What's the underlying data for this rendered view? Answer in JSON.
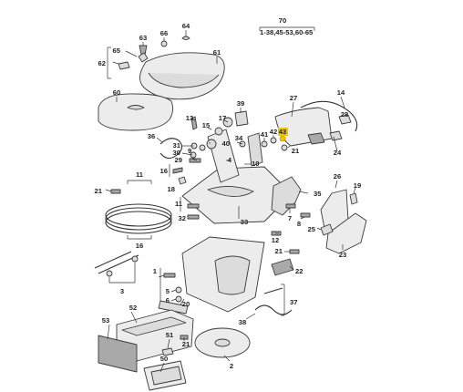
{
  "header": {
    "main_callout": "70",
    "range": "1-38,45-53,60-65"
  },
  "highlight_color": "#f2c400",
  "callouts": {
    "c64": "64",
    "c63": "63",
    "c66": "66",
    "c65": "65",
    "c62": "62",
    "c61": "61",
    "c60": "60",
    "c39": "39",
    "c27": "27",
    "c14": "14",
    "c28": "28",
    "c24": "24",
    "c13": "13",
    "c17": "17",
    "c15": "15",
    "c36": "36",
    "c31": "31",
    "c30": "30",
    "c9": "9",
    "c29": "29",
    "c34": "34",
    "c40": "40",
    "c41": "41",
    "c42": "42",
    "c43": "43",
    "c21a": "21",
    "c4": "4",
    "c10": "10",
    "c16a": "16",
    "c18": "18",
    "c11a": "11",
    "c21b": "21",
    "c11b": "11",
    "c16b": "16",
    "c32": "32",
    "c33": "33",
    "c35": "35",
    "c26": "26",
    "c19": "19",
    "c7": "7",
    "c8": "8",
    "c25": "25",
    "c23": "23",
    "c12": "12",
    "c21c": "21",
    "c22": "22",
    "c3": "3",
    "c1": "1",
    "c5": "5",
    "c6": "6",
    "c20": "20",
    "c37": "37",
    "c38": "38",
    "c52": "52",
    "c53": "53",
    "c51": "51",
    "c21d": "21",
    "c50": "50",
    "c2": "2"
  }
}
